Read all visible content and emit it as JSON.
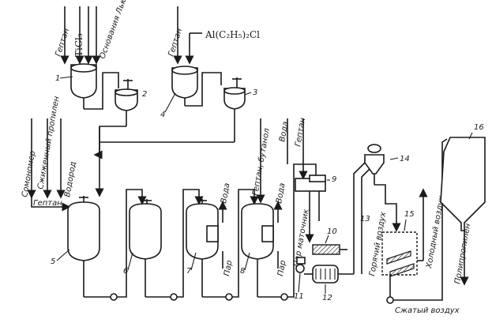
{
  "labels": {
    "heptane": "Гептан",
    "ticl3": "TiCl₃",
    "lewis_bases": "Основания Льюиса",
    "aluminum": "Al(C₂H₅)₂Cl",
    "comonomer": "Сомономер",
    "liquid_propylene": "Сжиженный пропилен",
    "hydrogen": "Водород",
    "heptane_butanol": "Гептан, бутанол",
    "water": "Вода",
    "steam": "Пар",
    "mother_liquor": "Пар маточник",
    "hot_air": "Горячий воздух",
    "cold_air": "Холодный воздух",
    "compressed_air": "Сжатый воздух",
    "polypropylene": "Полипропилен"
  },
  "numbers": [
    "1",
    "2",
    "3",
    "4",
    "5",
    "6",
    "7",
    "8",
    "9",
    "10",
    "11",
    "12",
    "13",
    "14",
    "15",
    "16"
  ]
}
